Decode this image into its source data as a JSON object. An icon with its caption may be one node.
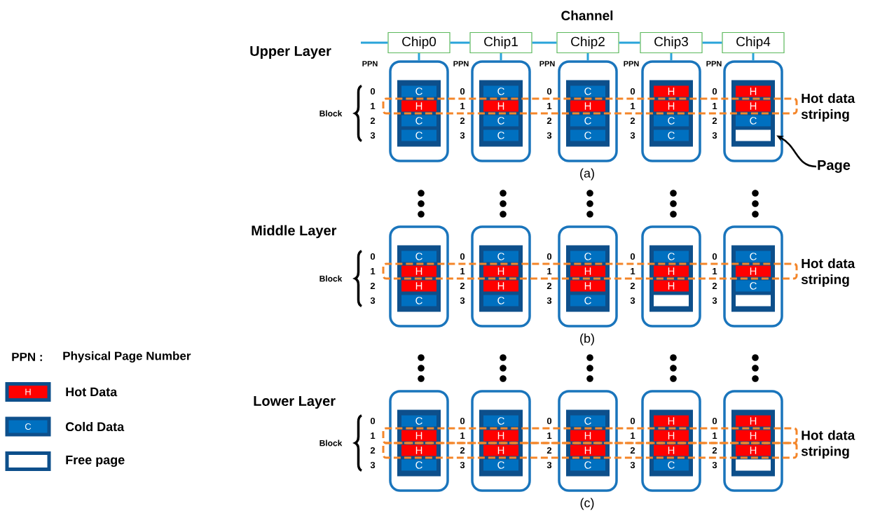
{
  "diagram": {
    "nodes": [
      {
        "text": [
          "Chip0"
        ]
      },
      {
        "text": [
          "Chip1"
        ]
      },
      {
        "text": [
          "Chip2"
        ]
      },
      {
        "text": [
          "Chip3"
        ]
      },
      {
        "text": [
          "Chip4"
        ]
      },
      {
        "text": [],
        "shape": "box"
      },
      {
        "text": [],
        "shape": "box",
        "in": 5
      },
      {
        "text": [
          "C"
        ],
        "in": 6
      },
      {
        "text": [
          "H"
        ],
        "in": 6
      },
      {
        "text": [
          "C"
        ],
        "in": 6
      },
      {
        "text": [
          "C"
        ],
        "in": 6
      },
      {
        "text": [],
        "shape": "box"
      },
      {
        "text": [],
        "shape": "box",
        "in": 11
      },
      {
        "text": [
          "C"
        ],
        "in": 12
      },
      {
        "text": [
          "H"
        ],
        "in": 12
      },
      {
        "text": [
          "C"
        ],
        "in": 12
      },
      {
        "text": [
          "C"
        ],
        "in": 12
      },
      {
        "text": [],
        "shape": "box"
      },
      {
        "text": [],
        "shape": "box",
        "in": 17
      },
      {
        "text": [
          "C"
        ],
        "in": 18
      },
      {
        "text": [
          "H"
        ],
        "in": 18
      },
      {
        "text": [
          "C"
        ],
        "in": 18
      },
      {
        "text": [
          "C"
        ],
        "in": 18
      },
      {
        "text": [],
        "shape": "box"
      },
      {
        "text": [],
        "shape": "box",
        "in": 23
      },
      {
        "text": [
          "H"
        ],
        "in": 24
      },
      {
        "text": [
          "H"
        ],
        "in": 24
      },
      {
        "text": [
          "C"
        ],
        "in": 24
      },
      {
        "text": [
          "C"
        ],
        "in": 24
      },
      {
        "text": [],
        "shape": "box"
      },
      {
        "text": [],
        "shape": "box",
        "in": 29
      },
      {
        "text": [
          "H"
        ],
        "in": 30
      },
      {
        "text": [
          "H"
        ],
        "in": 30
      },
      {
        "text": [
          "C"
        ],
        "in": 30
      },
      {
        "text": [],
        "shape": "box",
        "in": 30
      },
      {
        "text": [],
        "shape": "box"
      },
      {
        "text": [],
        "shape": "box",
        "in": 35
      },
      {
        "text": [
          "C"
        ],
        "in": 36
      },
      {
        "text": [
          "H"
        ],
        "in": 36
      },
      {
        "text": [
          "H"
        ],
        "in": 36
      },
      {
        "text": [
          "C"
        ],
        "in": 36
      },
      {
        "text": [],
        "shape": "box"
      },
      {
        "text": [],
        "shape": "box",
        "in": 41
      },
      {
        "text": [
          "C"
        ],
        "in": 42
      },
      {
        "text": [
          "H"
        ],
        "in": 42
      },
      {
        "text": [
          "H"
        ],
        "in": 42
      },
      {
        "text": [
          "C"
        ],
        "in": 42
      },
      {
        "text": [],
        "shape": "box"
      },
      {
        "text": [],
        "shape": "box",
        "in": 47
      },
      {
        "text": [
          "C"
        ],
        "in": 48
      },
      {
        "text": [
          "H"
        ],
        "in": 48
      },
      {
        "text": [
          "H"
        ],
        "in": 48
      },
      {
        "text": [
          "C"
        ],
        "in": 48
      },
      {
        "text": [],
        "shape": "box"
      },
      {
        "text": [],
        "shape": "box",
        "in": 53
      },
      {
        "text": [
          "C"
        ],
        "in": 54
      },
      {
        "text": [
          "H"
        ],
        "in": 54
      },
      {
        "text": [
          "H"
        ],
        "in": 54
      },
      {
        "text": [],
        "shape": "box",
        "in": 54
      },
      {
        "text": [],
        "shape": "box"
      },
      {
        "text": [],
        "shape": "box",
        "in": 59
      },
      {
        "text": [
          "C"
        ],
        "in": 60
      },
      {
        "text": [
          "H"
        ],
        "in": 60
      },
      {
        "text": [
          "C"
        ],
        "in": 60
      },
      {
        "text": [],
        "shape": "box",
        "in": 60
      },
      {
        "text": [],
        "shape": "box"
      },
      {
        "text": [],
        "shape": "box",
        "in": 65
      },
      {
        "text": [
          "C"
        ],
        "in": 66
      },
      {
        "text": [
          "H"
        ],
        "in": 66
      },
      {
        "text": [
          "H"
        ],
        "in": 66
      },
      {
        "text": [
          "C"
        ],
        "in": 66
      },
      {
        "text": [],
        "shape": "box"
      },
      {
        "text": [],
        "shape": "box",
        "in": 71
      },
      {
        "text": [
          "C"
        ],
        "in": 72
      },
      {
        "text": [
          "H"
        ],
        "in": 72
      },
      {
        "text": [
          "H"
        ],
        "in": 72
      },
      {
        "text": [
          "C"
        ],
        "in": 72
      },
      {
        "text": [],
        "shape": "box"
      },
      {
        "text": [],
        "shape": "box",
        "in": 77
      },
      {
        "text": [
          "C"
        ],
        "in": 78
      },
      {
        "text": [
          "H"
        ],
        "in": 78
      },
      {
        "text": [
          "H"
        ],
        "in": 78
      },
      {
        "text": [
          "C"
        ],
        "in": 78
      },
      {
        "text": [],
        "shape": "box"
      },
      {
        "text": [],
        "shape": "box",
        "in": 83
      },
      {
        "text": [
          "H"
        ],
        "in": 84
      },
      {
        "text": [
          "H"
        ],
        "in": 84
      },
      {
        "text": [
          "H"
        ],
        "in": 84
      },
      {
        "text": [
          "C"
        ],
        "in": 84
      },
      {
        "text": [],
        "shape": "box"
      },
      {
        "text": [],
        "shape": "box",
        "in": 89
      },
      {
        "text": [
          "H"
        ],
        "in": 90
      },
      {
        "text": [
          "H"
        ],
        "in": 90
      },
      {
        "text": [
          "H"
        ],
        "in": 90
      },
      {
        "text": [],
        "shape": "box",
        "in": 90
      },
      {
        "text": [
          "Page"
        ]
      },
      {
        "text": [
          "H"
        ]
      },
      {
        "text": [
          "C"
        ]
      },
      {
        "text": [],
        "shape": "box"
      }
    ],
    "edges": [
      {
        "from": null,
        "to": 0,
        "arrow": "none"
      },
      {
        "from": 0,
        "to": 1,
        "arrow": "none"
      },
      {
        "from": 1,
        "to": 2,
        "arrow": "none"
      },
      {
        "from": 2,
        "to": 3,
        "arrow": "none"
      },
      {
        "from": 3,
        "to": 4,
        "arrow": "none"
      },
      {
        "from": 0,
        "to": 5,
        "arrow": "none"
      },
      {
        "from": 1,
        "to": 11,
        "arrow": "none"
      },
      {
        "from": 2,
        "to": 17,
        "arrow": "none"
      },
      {
        "from": 3,
        "to": 23,
        "arrow": "none"
      },
      {
        "from": 4,
        "to": 29,
        "arrow": "none"
      },
      {
        "from": 95,
        "to": 34,
        "arrow": "to",
        "color": "#000000"
      }
    ],
    "labels": [
      "Channel",
      "Upper Layer",
      "PPN",
      "PPN",
      "PPN",
      "PPN",
      "PPN",
      "Block",
      "0",
      "1",
      "2",
      "3",
      "0",
      "1",
      "2",
      "3",
      "0",
      "1",
      "2",
      "3",
      "0",
      "1",
      "2",
      "3",
      "0",
      "1",
      "2",
      "3",
      "Hot data striping",
      "(a)",
      "Middle Layer",
      "Block",
      "0",
      "1",
      "2",
      "3",
      "0",
      "1",
      "2",
      "3",
      "0",
      "1",
      "2",
      "3",
      "0",
      "1",
      "2",
      "3",
      "0",
      "1",
      "2",
      "3",
      "Hot data striping",
      "(b)",
      "Lower Layer",
      "Block",
      "0",
      "1",
      "2",
      "3",
      "0",
      "1",
      "2",
      "3",
      "0",
      "1",
      "2",
      "3",
      "0",
      "1",
      "2",
      "3",
      "0",
      "1",
      "2",
      "3",
      "Hot data striping",
      "(c)",
      "PPN :",
      "Physical Page Number"
    ],
    "legend": [
      {
        "text": "Hot Data"
      },
      {
        "text": "Cold Data"
      },
      {
        "text": "Free page"
      }
    ]
  }
}
